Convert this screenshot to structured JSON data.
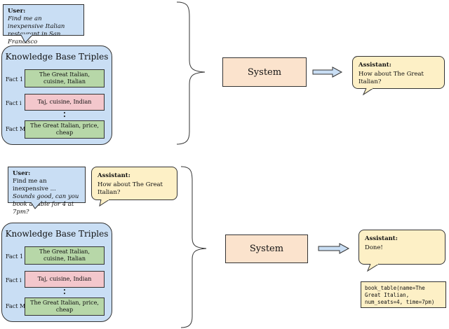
{
  "panel_top": {
    "user": {
      "label": "User:",
      "text": "Find me an inexpensive Italian restaurant in San Francisco"
    },
    "kb": {
      "title": "Knowledge Base Triples",
      "facts": [
        {
          "label": "Fact 1",
          "text": "The Great Italian, cuisine, Italian"
        },
        {
          "label": "Fact i",
          "text": "Taj, cuisine, Indian"
        },
        {
          "label": "Fact M",
          "text": "The Great Italian, price, cheap"
        }
      ]
    },
    "system": "System",
    "assistant": {
      "label": "Assistant:",
      "text": "How about The Great Italian?"
    }
  },
  "panel_bottom": {
    "user": {
      "label": "User:",
      "line1": "Find me an inexpensive ...",
      "line2": "Sounds good, can you book a table for 4 at 7pm?"
    },
    "assistant_prev": {
      "label": "Assistant:",
      "text": "How about The Great Italian?"
    },
    "kb": {
      "title": "Knowledge Base Triples",
      "facts": [
        {
          "label": "Fact 1",
          "text": "The Great Italian, cuisine, Italian"
        },
        {
          "label": "Fact i",
          "text": "Taj, cuisine, Indian"
        },
        {
          "label": "Fact M",
          "text": "The Great Italian, price, cheap"
        }
      ]
    },
    "system": "System",
    "assistant": {
      "label": "Assistant:",
      "text": "Done!"
    },
    "api_call": "book_table(name=The\nGreat Italian,\nnum_seats=4, time=7pm)"
  },
  "colors": {
    "user": "#c9def4",
    "assistant": "#fdf0c6",
    "system": "#fbe3cd",
    "fact_match": "#b7d7a8",
    "fact_other": "#f3c7cc"
  }
}
